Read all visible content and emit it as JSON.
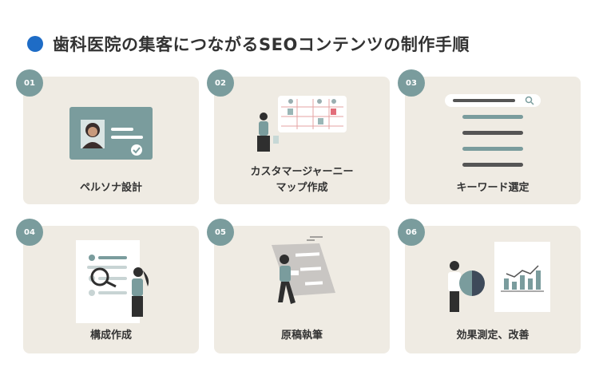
{
  "header": {
    "title": "歯科医院の集客につながるSEOコンテンツの制作手順",
    "dot_color": "#1e6cc6"
  },
  "colors": {
    "card_bg": "#efebe3",
    "badge_bg": "#7a9c9d",
    "accent_teal": "#7a9c9d",
    "dark": "#3d3d3d"
  },
  "steps": [
    {
      "number": "01",
      "label": "ペルソナ設計",
      "icon": "persona-card-illustration"
    },
    {
      "number": "02",
      "label_line1": "カスタマージャーニー",
      "label_line2": "マップ作成",
      "icon": "journey-map-illustration"
    },
    {
      "number": "03",
      "label": "キーワード選定",
      "icon": "keyword-search-illustration"
    },
    {
      "number": "04",
      "label": "構成作成",
      "icon": "magnifier-document-illustration"
    },
    {
      "number": "05",
      "label": "原稿執筆",
      "icon": "writing-illustration"
    },
    {
      "number": "06",
      "label": "効果測定、改善",
      "icon": "analytics-chart-illustration"
    }
  ]
}
